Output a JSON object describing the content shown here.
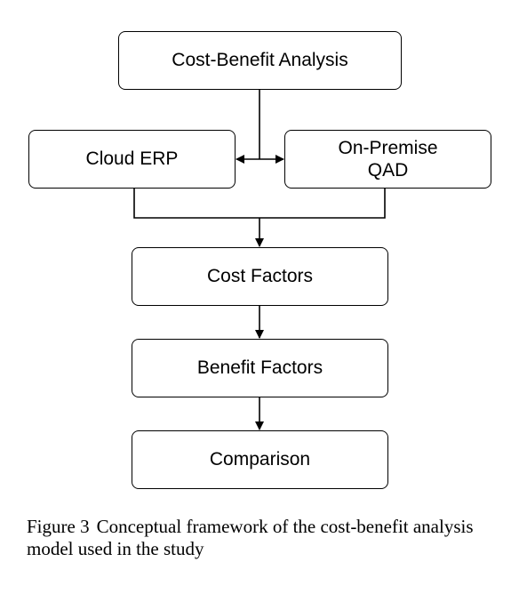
{
  "diagram": {
    "nodes": {
      "cost_benefit_analysis": "Cost-Benefit Analysis",
      "cloud_erp": "Cloud ERP",
      "on_premise_qad": "On-Premise QAD",
      "cost_factors": "Cost Factors",
      "benefit_factors": "Benefit Factors",
      "comparison": "Comparison"
    },
    "edges": [
      {
        "from": "Cost-Benefit Analysis",
        "to": "Cloud ERP"
      },
      {
        "from": "Cost-Benefit Analysis",
        "to": "On-Premise QAD"
      },
      {
        "from": "Cloud ERP",
        "to": "Cost Factors"
      },
      {
        "from": "On-Premise QAD",
        "to": "Cost Factors"
      },
      {
        "from": "Cost Factors",
        "to": "Benefit Factors"
      },
      {
        "from": "Benefit Factors",
        "to": "Comparison"
      }
    ]
  },
  "caption": {
    "label": "Figure 3",
    "text": "Conceptual framework of the cost-benefit analysis model used in the study"
  }
}
